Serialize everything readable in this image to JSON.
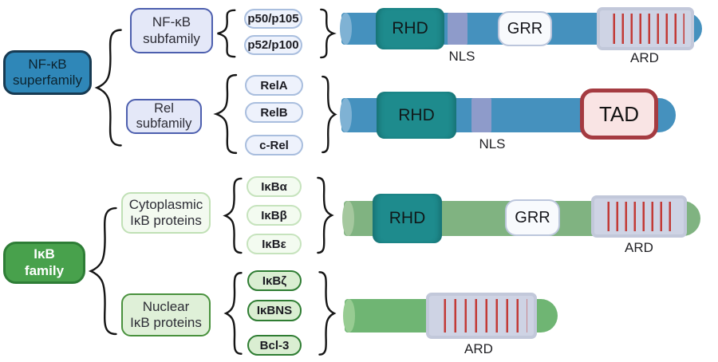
{
  "top_tree": {
    "root_label": "NF-κB\nsuperfamily",
    "groups": [
      {
        "label": "NF-κB\nsubfamily",
        "members": [
          "p50/p105",
          "p52/p100"
        ]
      },
      {
        "label": "Rel\nsubfamily",
        "members": [
          "RelA",
          "RelB",
          "c-Rel"
        ]
      }
    ]
  },
  "bottom_tree": {
    "root_label": "IκB\nfamily",
    "groups": [
      {
        "label": "Cytoplasmic\nIκB proteins",
        "members": [
          "IκBα",
          "IκBβ",
          "IκBε"
        ]
      },
      {
        "label": "Nuclear\nIκB proteins",
        "members": [
          "IκBζ",
          "IκBNS",
          "Bcl-3"
        ]
      }
    ]
  },
  "domain_labels": {
    "rhd": "RHD",
    "nls": "NLS",
    "grr": "GRR",
    "ard": "ARD",
    "tad": "TAD"
  },
  "colors": {
    "bar_blue": "#4591be",
    "bar_blue_cap": "#7fb2d4",
    "bar_green_top": "#80b381",
    "bar_green_top_cap": "#a5c89e",
    "bar_green_bottom": "#6fb573",
    "bar_green_bottom_cap": "#97cc92",
    "rhd_teal": "#1e8b8d",
    "nls_purple": "#8e9bca",
    "ard_stripe_red": "#c23a36",
    "tad_border_red": "#a53b41",
    "superfamily_blue": "#2f87b8",
    "ikb_green": "#48a14c"
  }
}
